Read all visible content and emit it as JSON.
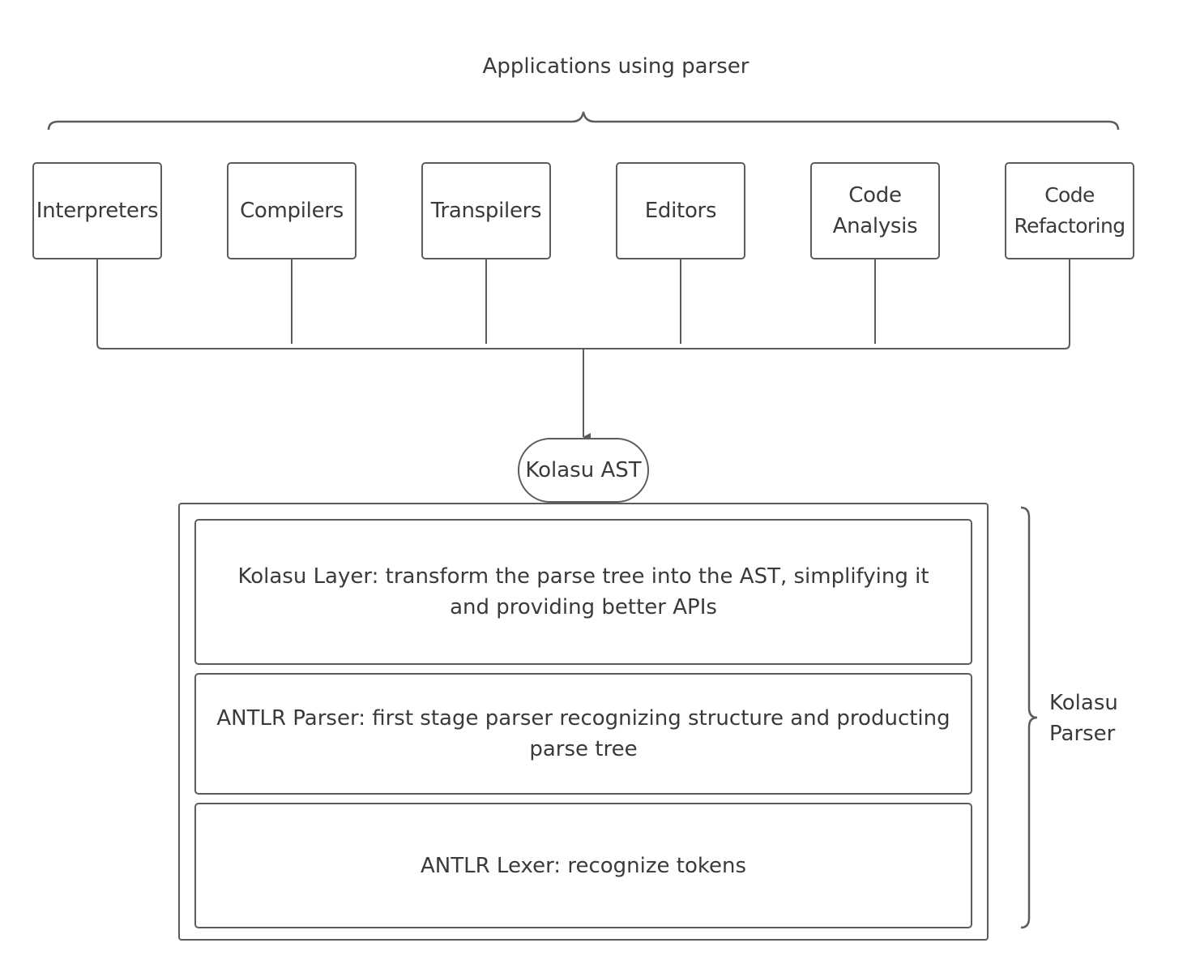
{
  "title": "Applications using parser",
  "applications": [
    {
      "label": "Interpreters"
    },
    {
      "label": "Compilers"
    },
    {
      "label": "Transpilers"
    },
    {
      "label": "Editors"
    },
    {
      "label": "Code\nAnalysis"
    },
    {
      "label": "Code\nRefactoring"
    }
  ],
  "ast_node": "Kolasu AST",
  "layers": [
    {
      "label": "Kolasu Layer: transform the parse tree into the AST, simplifying it and providing better APIs"
    },
    {
      "label": "ANTLR Parser: first stage parser recognizing structure and producting parse tree"
    },
    {
      "label": "ANTLR Lexer: recognize tokens"
    }
  ],
  "group_label": "Kolasu\nParser",
  "colors": {
    "stroke": "#5c5c5c",
    "text": "#3a3a3a",
    "background": "#ffffff"
  }
}
